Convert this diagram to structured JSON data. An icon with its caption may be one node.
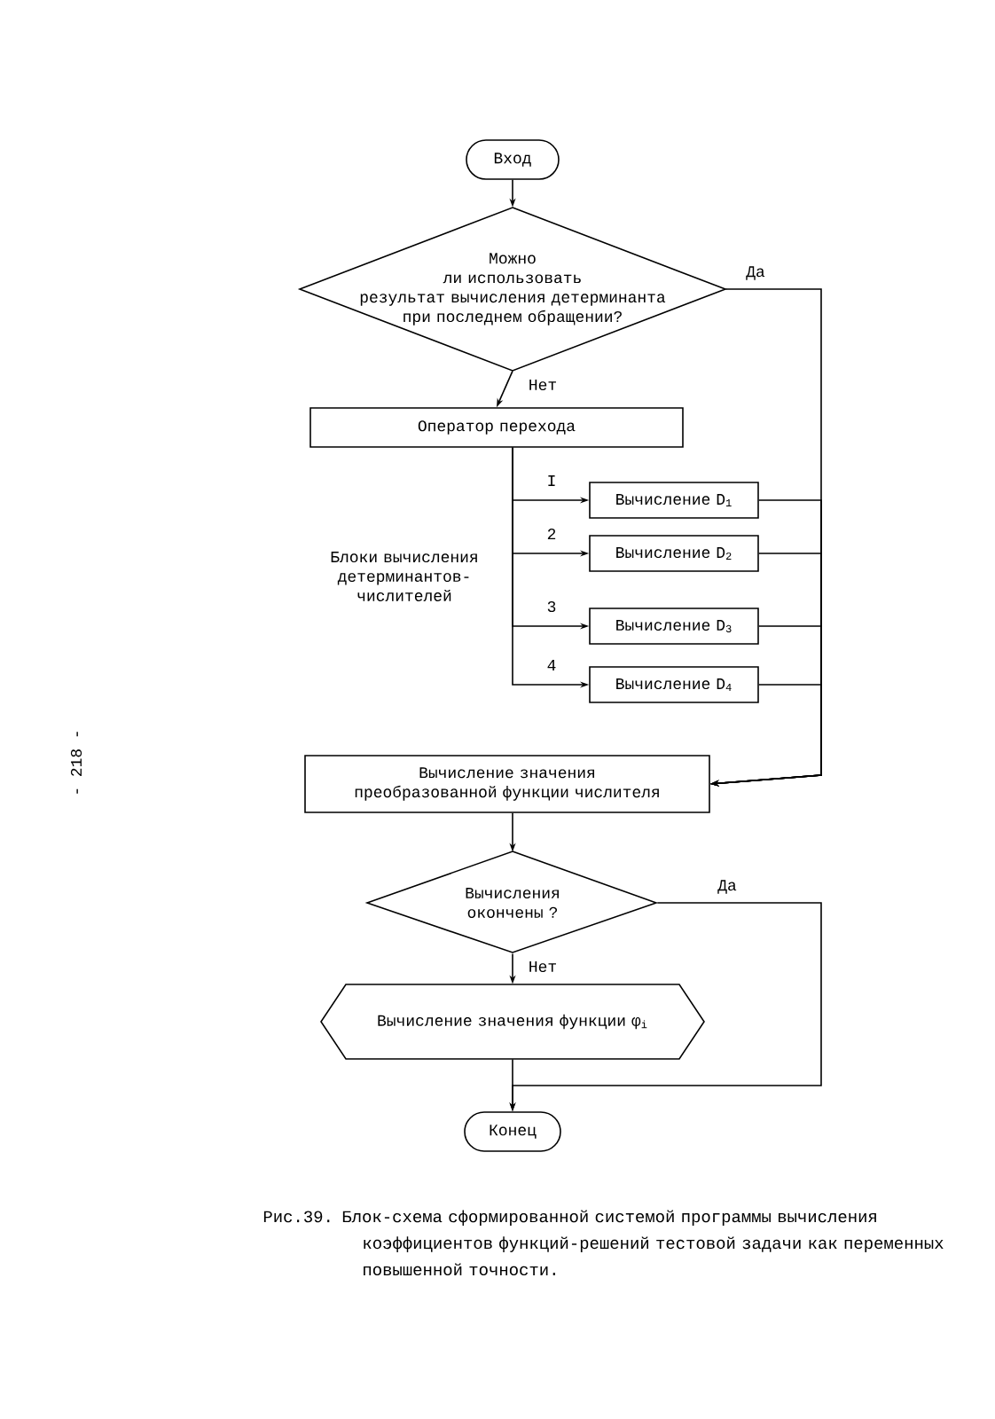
{
  "diagram": {
    "caption": "Рис.39. Блок-схема сформированной системой программы вычисления коэффициентов функций-решений тестовой задачи как переменных повышенной точности.",
    "nodes": [
      {
        "text": [
          "Вход"
        ]
      },
      {
        "text": [
          "Можно ли использовать результат вычисления детерминанта при последнем обращении?"
        ]
      },
      {
        "text": [
          "Оператор перехода"
        ]
      },
      {
        "text": [
          "Вычисление D$_{1}$"
        ]
      },
      {
        "text": [
          "Вычисление D$_{2}$"
        ]
      },
      {
        "text": [
          "Вычисление D$_{3}$"
        ]
      },
      {
        "text": [
          "Вычисление D$_{4}$"
        ]
      },
      {
        "text": [
          "Вычисление значения преобразованной функции числителя"
        ]
      },
      {
        "text": [
          "Вычисления окончены ?"
        ]
      },
      {
        "text": [
          "Вычисление значения функции φ$_{i}$"
        ]
      },
      {
        "text": [
          "Конец"
        ]
      }
    ],
    "edges": [
      {
        "from": 0,
        "to": 1,
        "arrow": "to"
      },
      {
        "from": 1,
        "to": 2,
        "arrow": "to",
        "label": "Нет"
      },
      {
        "from": 1,
        "to": 7,
        "arrow": "to",
        "label": "Да"
      },
      {
        "from": 2,
        "to": 3,
        "arrow": "to",
        "label": "I"
      },
      {
        "from": 2,
        "to": 4,
        "arrow": "to",
        "label": "2"
      },
      {
        "from": 2,
        "to": 5,
        "arrow": "to",
        "label": "3"
      },
      {
        "from": 2,
        "to": 6,
        "arrow": "to",
        "label": "4"
      },
      {
        "from": 3,
        "to": 7,
        "arrow": "to"
      },
      {
        "from": 4,
        "to": 7,
        "arrow": "to"
      },
      {
        "from": 5,
        "to": 7,
        "arrow": "to"
      },
      {
        "from": 6,
        "to": 7,
        "arrow": "to"
      },
      {
        "from": 7,
        "to": 8,
        "arrow": "to"
      },
      {
        "from": 8,
        "to": 9,
        "arrow": "to",
        "label": "Нет"
      },
      {
        "from": 8,
        "to": 10,
        "arrow": "to",
        "label": "Да"
      },
      {
        "from": 9,
        "to": 10,
        "arrow": "to"
      }
    ],
    "labels": [
      "Блоки вычисления детерминантов-числителей",
      "- 218 -"
    ]
  }
}
